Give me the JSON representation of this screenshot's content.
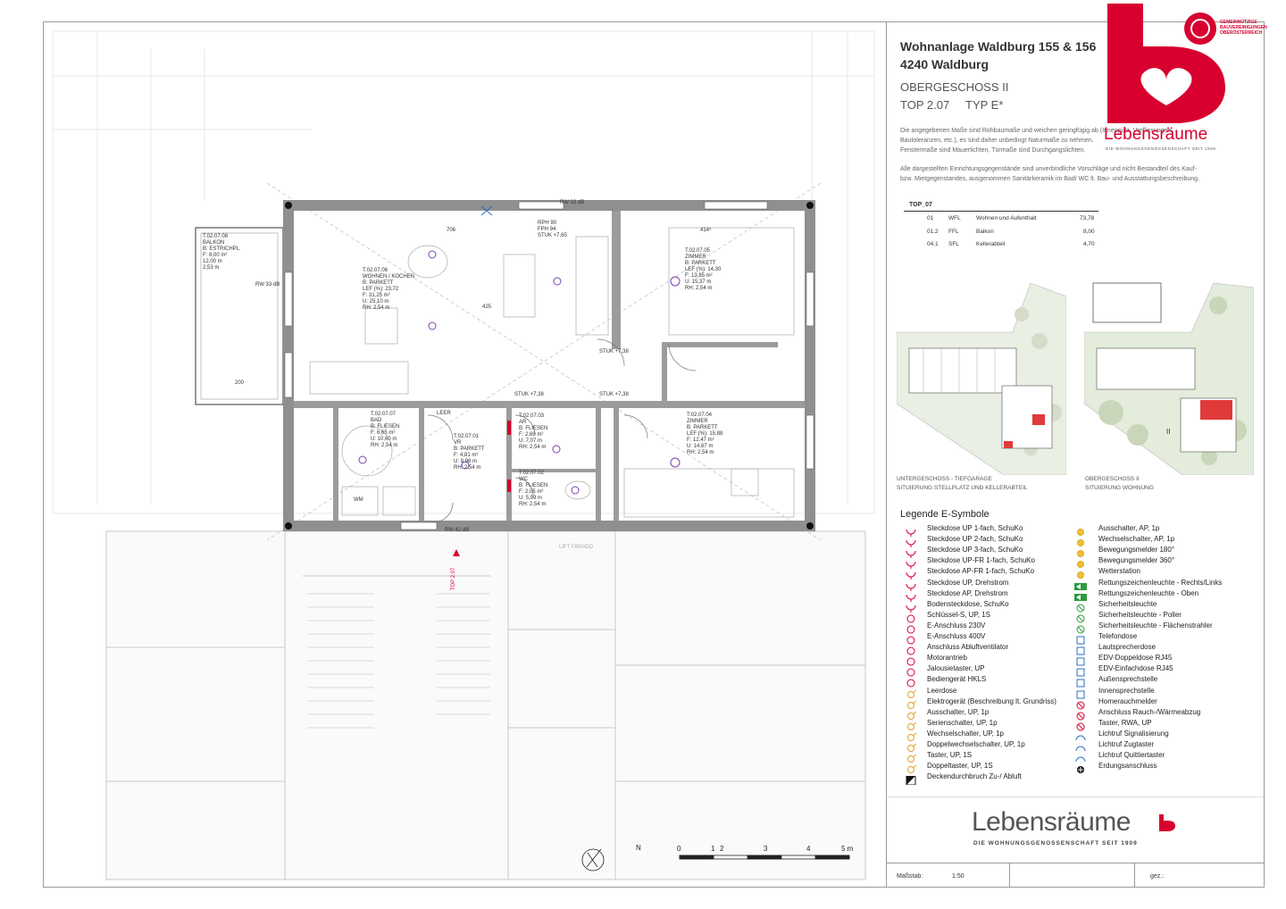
{
  "header": {
    "project_line1": "Wohnanlage Waldburg 155 & 156",
    "project_line2": "4240 Waldburg",
    "floor": "OBERGESCHOSS II",
    "top_number": "TOP 2.07",
    "typ": "TYP E*"
  },
  "notes": {
    "line1": "Die angegebenen Maße sind Rohbaumaße und weichen geringfügig ab (Innenputz, Verfliesungen,",
    "line2": "Bautoleranzen, etc.), es sind daher unbedingt Naturmaße zu nehmen.",
    "line3": "Fenstermaße sind Mauerlichten, Türmaße sind Durchgangslichten.",
    "line4": "Alle dargestellten Einrichtungsgegenstände sind unverbindliche Vorschläge und nicht Bestandteil des Kauf-",
    "line5": "bzw. Mietgegenstandes, ausgenommen Sanitärkeramik im Bad/ WC lt. Bau- und Ausstattungsbeschreibung."
  },
  "area_table": {
    "title": "TOP_07",
    "rows": [
      {
        "no": "01",
        "code": "WFL",
        "name": "Wohnen und Aufenthalt",
        "value": "73,78"
      },
      {
        "no": "01.2",
        "code": "FFL",
        "name": "Balkon",
        "value": "8,00"
      },
      {
        "no": "04.1",
        "code": "SFL",
        "name": "Kellerabteil",
        "value": "4,70"
      }
    ]
  },
  "site": {
    "caption_left_1": "UNTERGESCHOSS - TIEFGARAGE",
    "caption_left_2": "SITUIERUNG STELLPLATZ UND KELLERABTEIL",
    "caption_right_1": "OBERGESCHOSS II",
    "caption_right_2": "SITUIERUNG WOHNUNG",
    "marker_right": "II"
  },
  "legend": {
    "title": "Legende E-Symbole",
    "left": [
      "Steckdose UP 1-fach, SchuKo",
      "Steckdose UP 2-fach, SchuKo",
      "Steckdose UP 3-fach, SchuKo",
      "Steckdose UP-FR 1-fach, SchuKo",
      "Steckdose AP-FR 1-fach, SchuKo",
      "Steckdose UP, Drehstrom",
      "Steckdose AP, Drehstrom",
      "Bodensteckdose, SchuKo",
      "Schlüssel-S, UP, 1S",
      "E-Anschluss 230V",
      "E-Anschluss 400V",
      "Anschluss Abluftventilator",
      "Motorantrieb",
      "Jalousietaster, UP",
      "Bediengerät HKLS",
      "Leerdose",
      "Elektrogerät (Beschreibung lt. Grundriss)",
      "Ausschalter, UP, 1p",
      "Serienschalter, UP, 1p",
      "Wechselschalter, UP, 1p",
      "Doppelwechselschalter, UP, 1p",
      "Taster, UP, 1S",
      "Doppeltaster, UP, 1S",
      "Deckendurchbruch Zu-/ Abluft"
    ],
    "right": [
      "Ausschalter, AP, 1p",
      "Wechselschalter, AP, 1p",
      "Bewegungsmelder 180°",
      "Bewegungsmelder 360°",
      "Wetterstation",
      "Rettungszeichenleuchte - Rechts/Links",
      "Rettungszeichenleuchte - Oben",
      "Sicherheitsleuchte",
      "Sicherheitsleuchte - Poller",
      "Sicherheitsleuchte - Flächenstrahler",
      "Telefondose",
      "Lautsprecherdose",
      "EDV-Doppeldose RJ45",
      "EDV-Einfachdose RJ45",
      "Außensprechstelle",
      "Innensprechstelle",
      "Homerauchmelder",
      "Anschluss Rauch-/Wärmeabzug",
      "Taster, RWA, UP",
      "Lichtruf Signalisierung",
      "Lichtruf Zugtaster",
      "Lichtruf Quittiertaster",
      "Erdungsanschluss"
    ]
  },
  "brand": {
    "logo_word": "Lebensräume",
    "logo_tag": "DIE WOHNUNGSGENOSSENSCHAFT SEIT 1909",
    "gem_tag_1": "GEMEINNÜTZIGE",
    "gem_tag_2": "BAUVEREINIGUNGEN",
    "gem_tag_3": "OBERÖSTERREICH",
    "footer_word": "Lebensräume",
    "footer_tag": "DIE WOHNUNGSGENOSSENSCHAFT SEIT 1909"
  },
  "footer": {
    "scale_label": "Maßstab:",
    "scale_value": "1:50",
    "signed_label": "gez.:"
  },
  "scale_bar": {
    "labels": [
      "0",
      "1",
      "2",
      "3",
      "4",
      "5 m"
    ],
    "north": "N"
  },
  "rooms": [
    {
      "id": "T.02.07.08",
      "name": "BALKON",
      "floor": "B: ESTRICHPL.",
      "area": "F: 8,00 m²",
      "extra1": "12,00 m",
      "extra2": "2,53 m"
    },
    {
      "id": "T.02.07.06",
      "name": "WOHNEN / KOCHEN",
      "floor": "B: PARKETT",
      "lef": "LEF (%): 23,72",
      "area": "F: 31,25 m²",
      "u": "U: 25,10 m",
      "rh": "RH: 2,54 m"
    },
    {
      "id": "T.02.07.05",
      "name": "ZIMMER",
      "floor": "B: PARKETT",
      "lef": "LEF (%): 14,30",
      "area": "F: 13,85 m²",
      "u": "U: 15,37 m",
      "rh": "RH: 2,54 m"
    },
    {
      "id": "T.02.07.07",
      "name": "BAD",
      "floor": "B: FLIESEN",
      "area": "F: 6,65 m²",
      "u": "U: 10,60 m",
      "rh": "RH: 2,54 m"
    },
    {
      "id": "T.02.07.01",
      "name": "VR",
      "floor": "B: PARKETT",
      "area": "F: 4,81 m²",
      "u": "U: 8,96 m",
      "rh": "RH: 2,54 m"
    },
    {
      "id": "T.02.07.03",
      "name": "AR",
      "floor": "B: FLIESEN",
      "area": "F: 2,69 m²",
      "u": "U: 7,07 m",
      "rh": "RH: 2,54 m"
    },
    {
      "id": "T.02.07.02",
      "name": "WC",
      "floor": "B: FLIESEN",
      "area": "F: 2,05 m²",
      "u": "U: 5,99 m",
      "rh": "RH: 2,54 m"
    },
    {
      "id": "T.02.07.04",
      "name": "ZIMMER",
      "floor": "B: PARKETT",
      "lef": "LEF (%): 15,88",
      "area": "F: 12,47 m²",
      "u": "U: 14,67 m",
      "rh": "RH: 2,54 m"
    }
  ],
  "plan_labels": {
    "rw33": "RW 33 dB",
    "rw42": "RW 42 dB",
    "top_marker": "TOP 2.07",
    "stuk738": "STUK +7,38",
    "stuk765": "STUK +7,65",
    "rph90": "RPH 90",
    "fph94": "FPH 94",
    "dim706": "706",
    "dim414": "414⁵",
    "dim200": "200",
    "dim425": "425",
    "leer": "LEER",
    "wm": "WM",
    "lift": "LIFT F800/DD"
  }
}
